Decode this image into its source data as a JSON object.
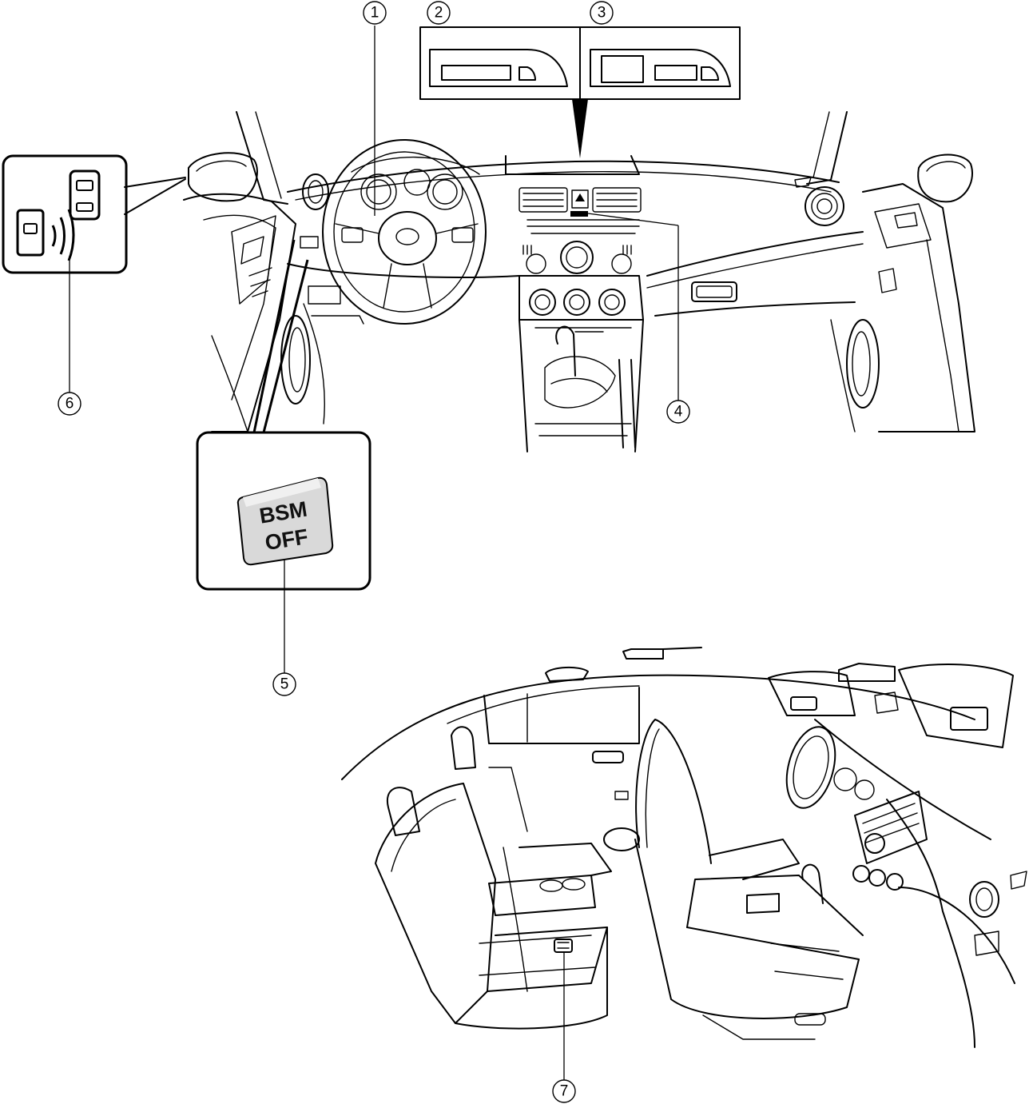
{
  "callouts": [
    {
      "id": "c1",
      "label": "1"
    },
    {
      "id": "c2",
      "label": "2"
    },
    {
      "id": "c3",
      "label": "3"
    },
    {
      "id": "c4",
      "label": "4"
    },
    {
      "id": "c5",
      "label": "5"
    },
    {
      "id": "c6",
      "label": "6"
    },
    {
      "id": "c7",
      "label": "7"
    }
  ],
  "bsm_switch": {
    "line1": "BSM",
    "line2": "OFF"
  },
  "icons": [
    "bsm-warning-indicator-icon",
    "bsm-off-switch-icon",
    "bsm-indicator-light-icon"
  ]
}
